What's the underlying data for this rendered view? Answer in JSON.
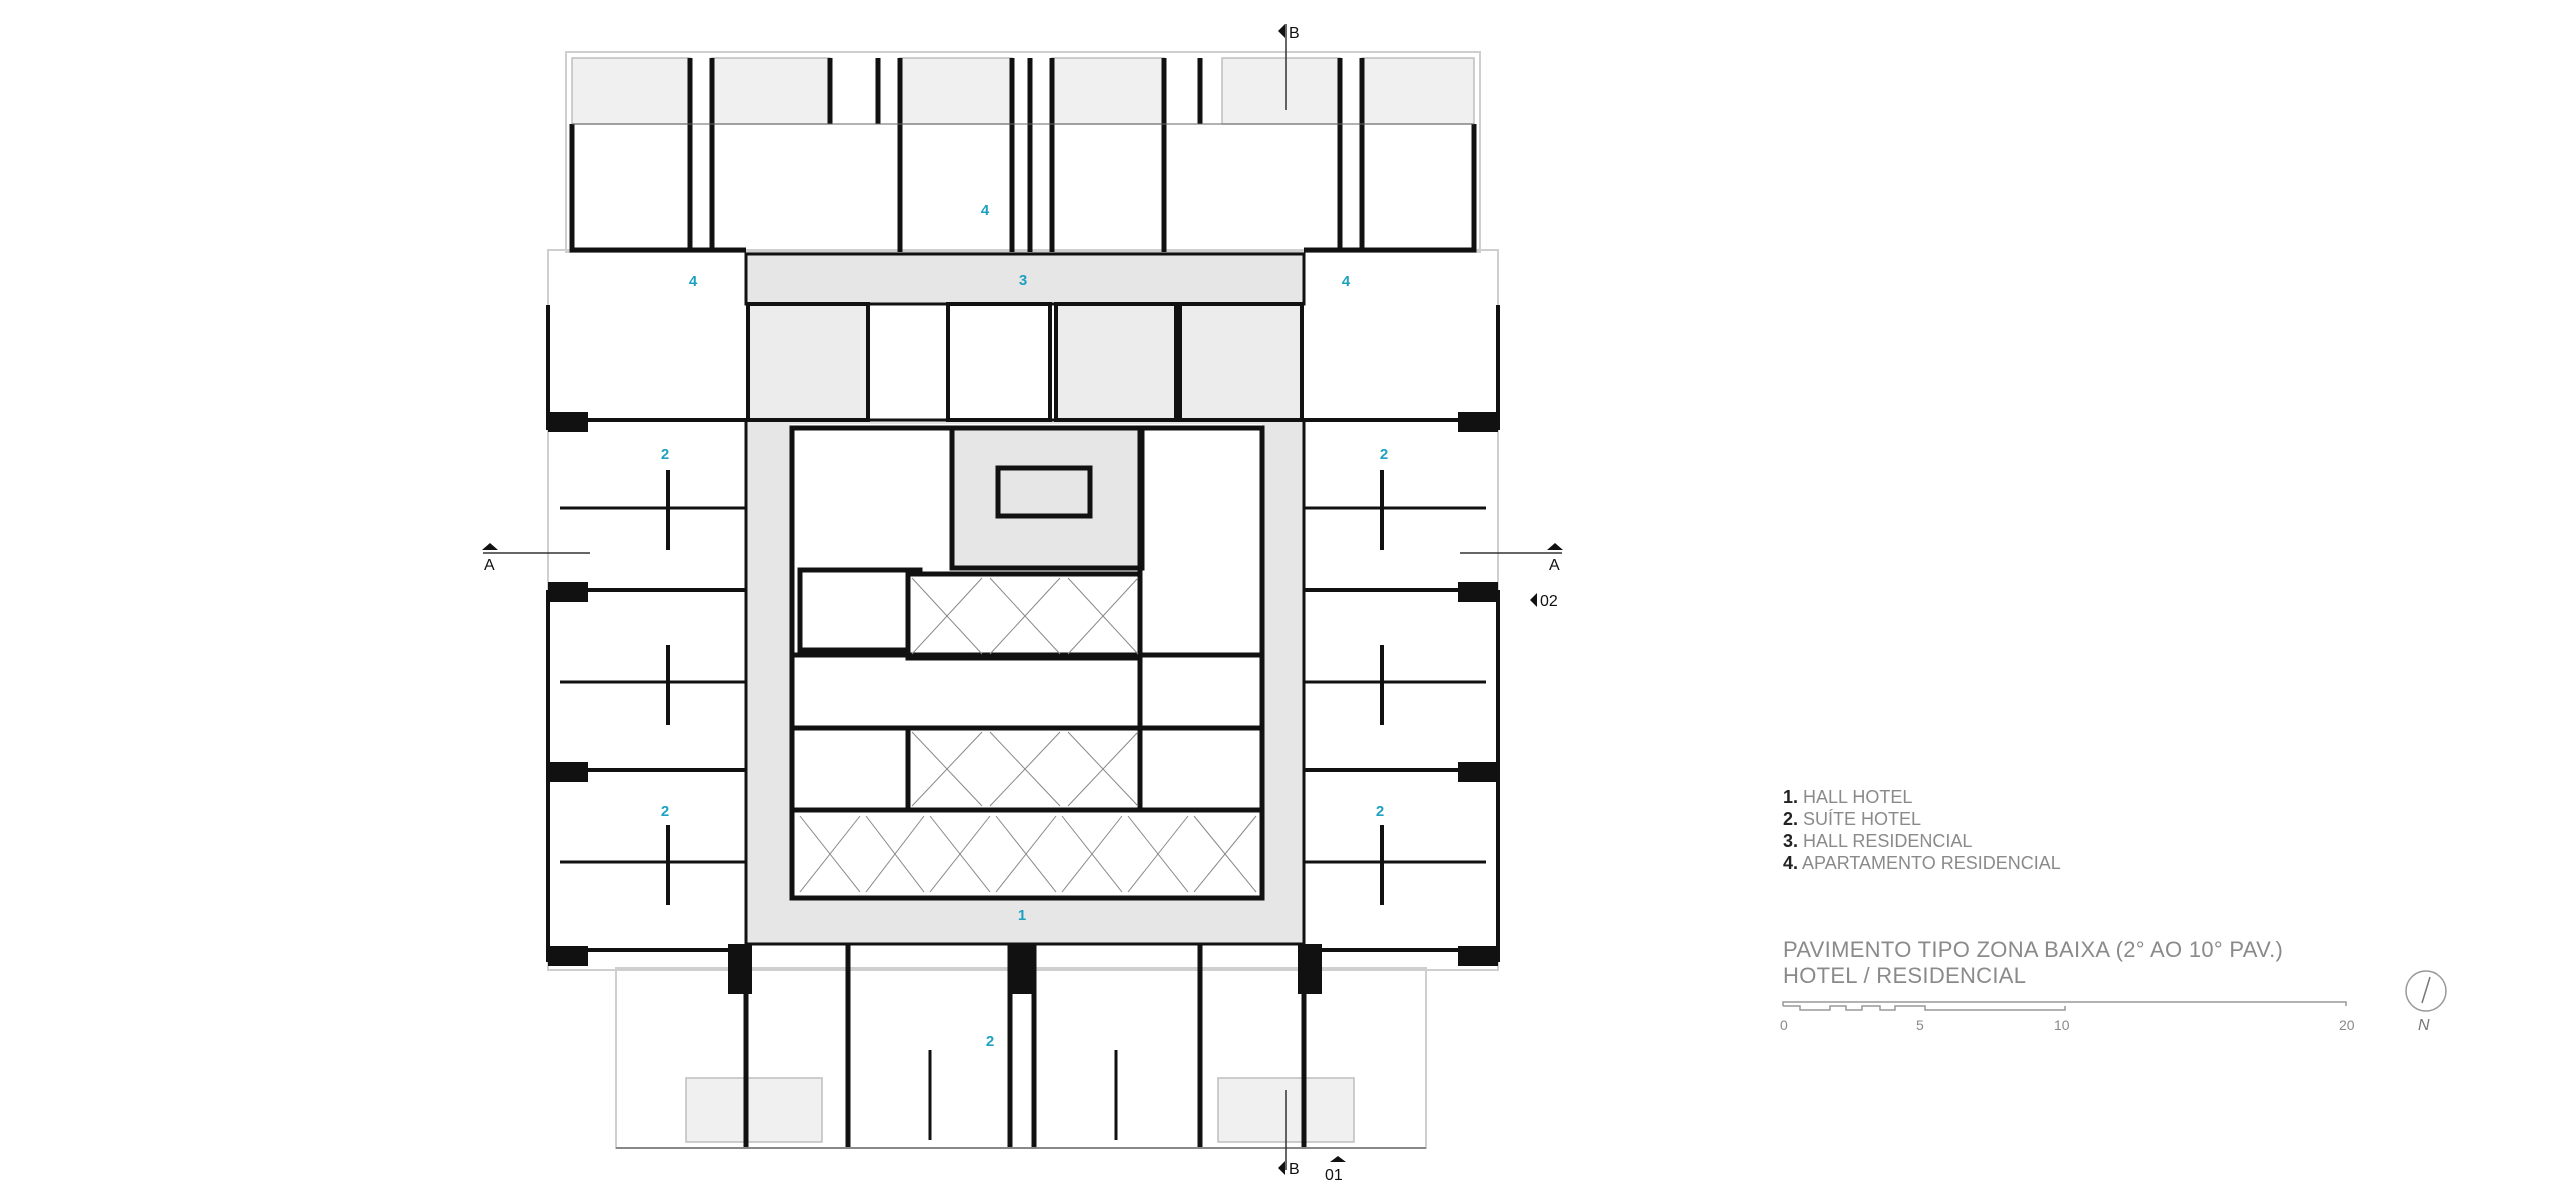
{
  "legend": [
    {
      "num": "1.",
      "text": "HALL HOTEL"
    },
    {
      "num": "2.",
      "text": "SUÍTE HOTEL"
    },
    {
      "num": "3.",
      "text": "HALL RESIDENCIAL"
    },
    {
      "num": "4.",
      "text": "APARTAMENTO RESIDENCIAL"
    }
  ],
  "title": {
    "line1": "PAVIMENTO TIPO ZONA BAIXA (2° AO 10° PAV.)",
    "line2": "HOTEL / RESIDENCIAL"
  },
  "scale_bar": {
    "ticks": [
      "0",
      "5",
      "10",
      "20"
    ]
  },
  "north_label": "N",
  "section_marks": {
    "a": "A",
    "b": "B",
    "elev_01": "01",
    "elev_02": "02"
  },
  "room_numbers": {
    "one": "1",
    "two": "2",
    "three": "3",
    "four": "4"
  },
  "colors": {
    "wall": "#111111",
    "hall": "#e8e8e8",
    "room_number": "#1ea1c1",
    "legend_text": "#8a8a8a"
  }
}
